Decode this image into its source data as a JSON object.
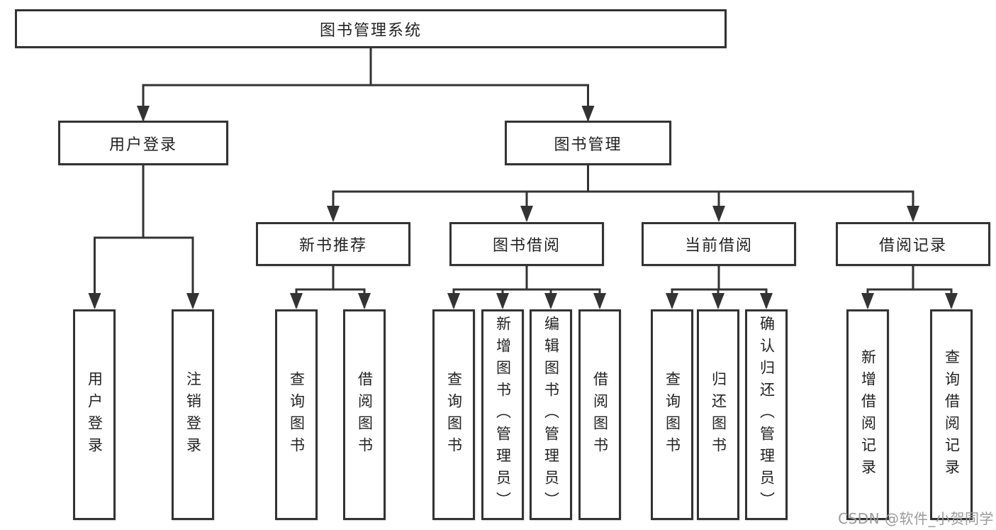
{
  "root": {
    "label": "图书管理系统"
  },
  "user_login": {
    "label": "用户登录",
    "children": [
      {
        "label": "用户登录"
      },
      {
        "label": "注销登录"
      }
    ]
  },
  "book_mgmt": {
    "label": "图书管理"
  },
  "new_book": {
    "label": "新书推荐",
    "children": [
      {
        "label": "查询图书"
      },
      {
        "label": "借阅图书"
      }
    ]
  },
  "borrow": {
    "label": "图书借阅",
    "children": [
      {
        "label": "查询图书"
      },
      {
        "label": "新增图书（管理员）"
      },
      {
        "label": "编辑图书（管理员）"
      },
      {
        "label": "借阅图书"
      }
    ]
  },
  "current": {
    "label": "当前借阅",
    "children": [
      {
        "label": "查询图书"
      },
      {
        "label": "归还图书"
      },
      {
        "label": "确认归还（管理员）"
      }
    ]
  },
  "records": {
    "label": "借阅记录",
    "children": [
      {
        "label": "新增借阅记录"
      },
      {
        "label": "查询借阅记录"
      }
    ]
  },
  "watermark": {
    "text": "CSDN @软件_小贺同学"
  },
  "colors": {
    "line": "#333333",
    "text": "#222222",
    "box_bg": "#ffffff",
    "background": "#ffffff",
    "watermark": "#9b9b9b"
  }
}
